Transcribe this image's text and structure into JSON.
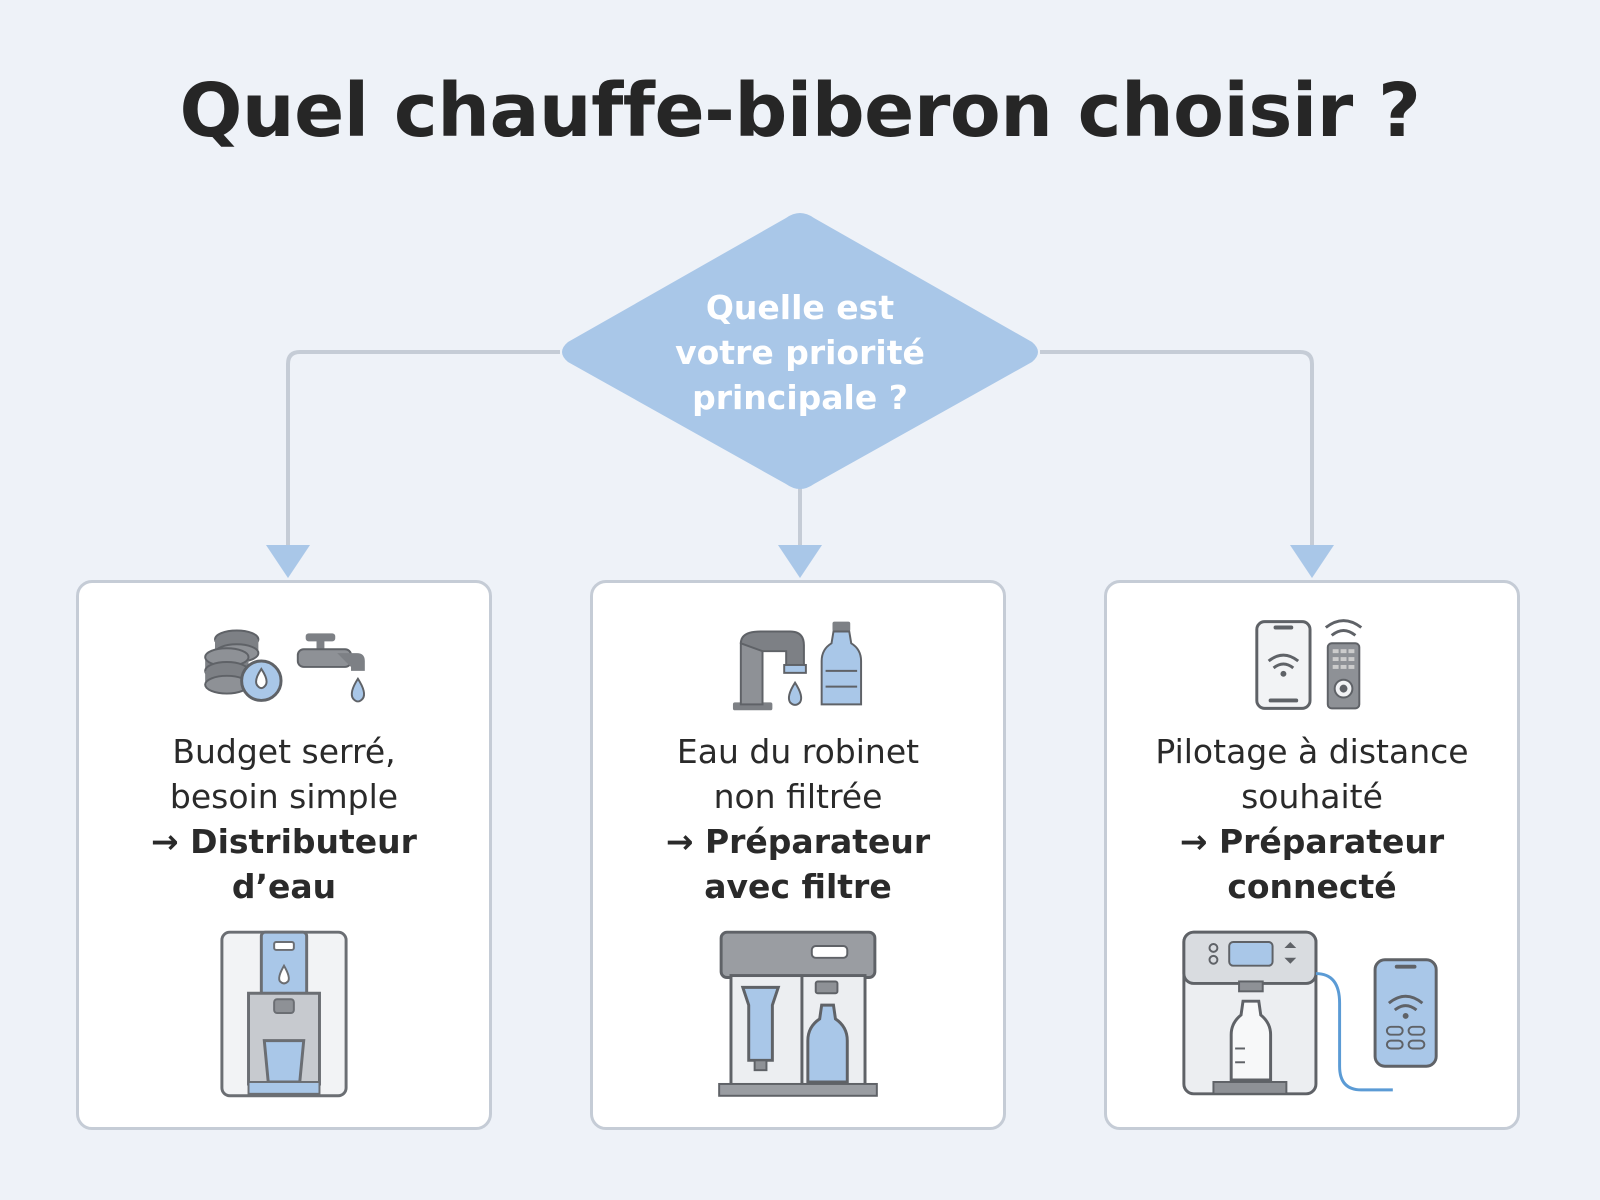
{
  "title": "Quel chauffe-biberon choisir ?",
  "decision": {
    "line1": "Quelle est",
    "line2": "votre priorité",
    "line3": "principale ?"
  },
  "options": [
    {
      "criterion_line1": "Budget serré,",
      "criterion_line2": "besoin simple",
      "result_line1": "→ Distributeur",
      "result_line2": "d’eau",
      "top_icons": [
        "coins-icon",
        "tap-drip-icon"
      ],
      "product_icon": "water-dispenser-icon"
    },
    {
      "criterion_line1": "Eau du robinet",
      "criterion_line2": "non filtrée",
      "result_line1": "→ Préparateur",
      "result_line2": "avec filtre",
      "top_icons": [
        "faucet-icon",
        "water-bottle-icon"
      ],
      "product_icon": "filter-bottle-maker-icon"
    },
    {
      "criterion_line1": "Pilotage à distance",
      "criterion_line2": "souhaité",
      "result_line1": "→ Préparateur",
      "result_line2": "connecté",
      "top_icons": [
        "smartphone-wifi-icon",
        "remote-control-icon"
      ],
      "product_icon": "connected-bottle-maker-icon"
    }
  ],
  "colors": {
    "background": "#eef2f8",
    "accent_blue": "#a9c7e8",
    "icon_gray": "#7d8085",
    "connector": "#c5ccd6"
  }
}
